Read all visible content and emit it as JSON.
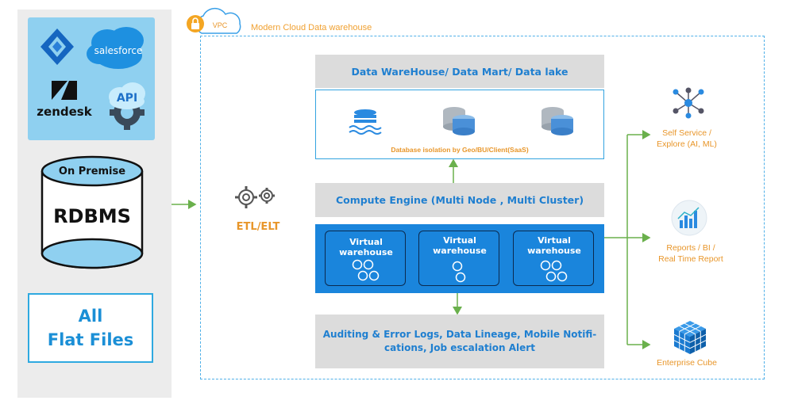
{
  "sources": {
    "logos": [
      {
        "name": "jira",
        "label": ""
      },
      {
        "name": "salesforce",
        "label": "salesforce"
      },
      {
        "name": "zendesk",
        "label": "zendesk"
      },
      {
        "name": "api",
        "label": "API"
      }
    ],
    "rdbms_top": "On Premise",
    "rdbms_label": "RDBMS",
    "flat_files": "All\nFlat Files"
  },
  "vpc": {
    "badge": "VPC",
    "title": "Modern Cloud Data warehouse"
  },
  "etl_label": "ETL/ELT",
  "warehouse": {
    "top_bar": "Data WareHouse/ Data Mart/ Data lake",
    "db_caption": "Database isolation by Geo/BU/Client(SaaS)",
    "compute_bar": "Compute Engine (Multi Node , Multi Cluster)",
    "virtual_warehouses": [
      {
        "label": "Virtual\nwarehouse"
      },
      {
        "label": "Virtual\nwarehouse"
      },
      {
        "label": "Virtual\nwarehouse"
      }
    ],
    "audit_bar": "Auditing & Error Logs, Data Lineage, Mobile Notifi-\ncations, Job escalation Alert"
  },
  "outputs": [
    {
      "label": "Self Service /\nExplore (AI, ML)",
      "icon": "network-icon"
    },
    {
      "label": "Reports / BI /\nReal Time Report",
      "icon": "chart-icon"
    },
    {
      "label": "Enterprise Cube",
      "icon": "cube-icon"
    }
  ],
  "colors": {
    "accent_blue": "#1a85dc",
    "accent_orange": "#e8962a",
    "arrow_green": "#6ab04c",
    "panel_gray": "#ececec",
    "saas_bg": "#8fd0f0"
  }
}
